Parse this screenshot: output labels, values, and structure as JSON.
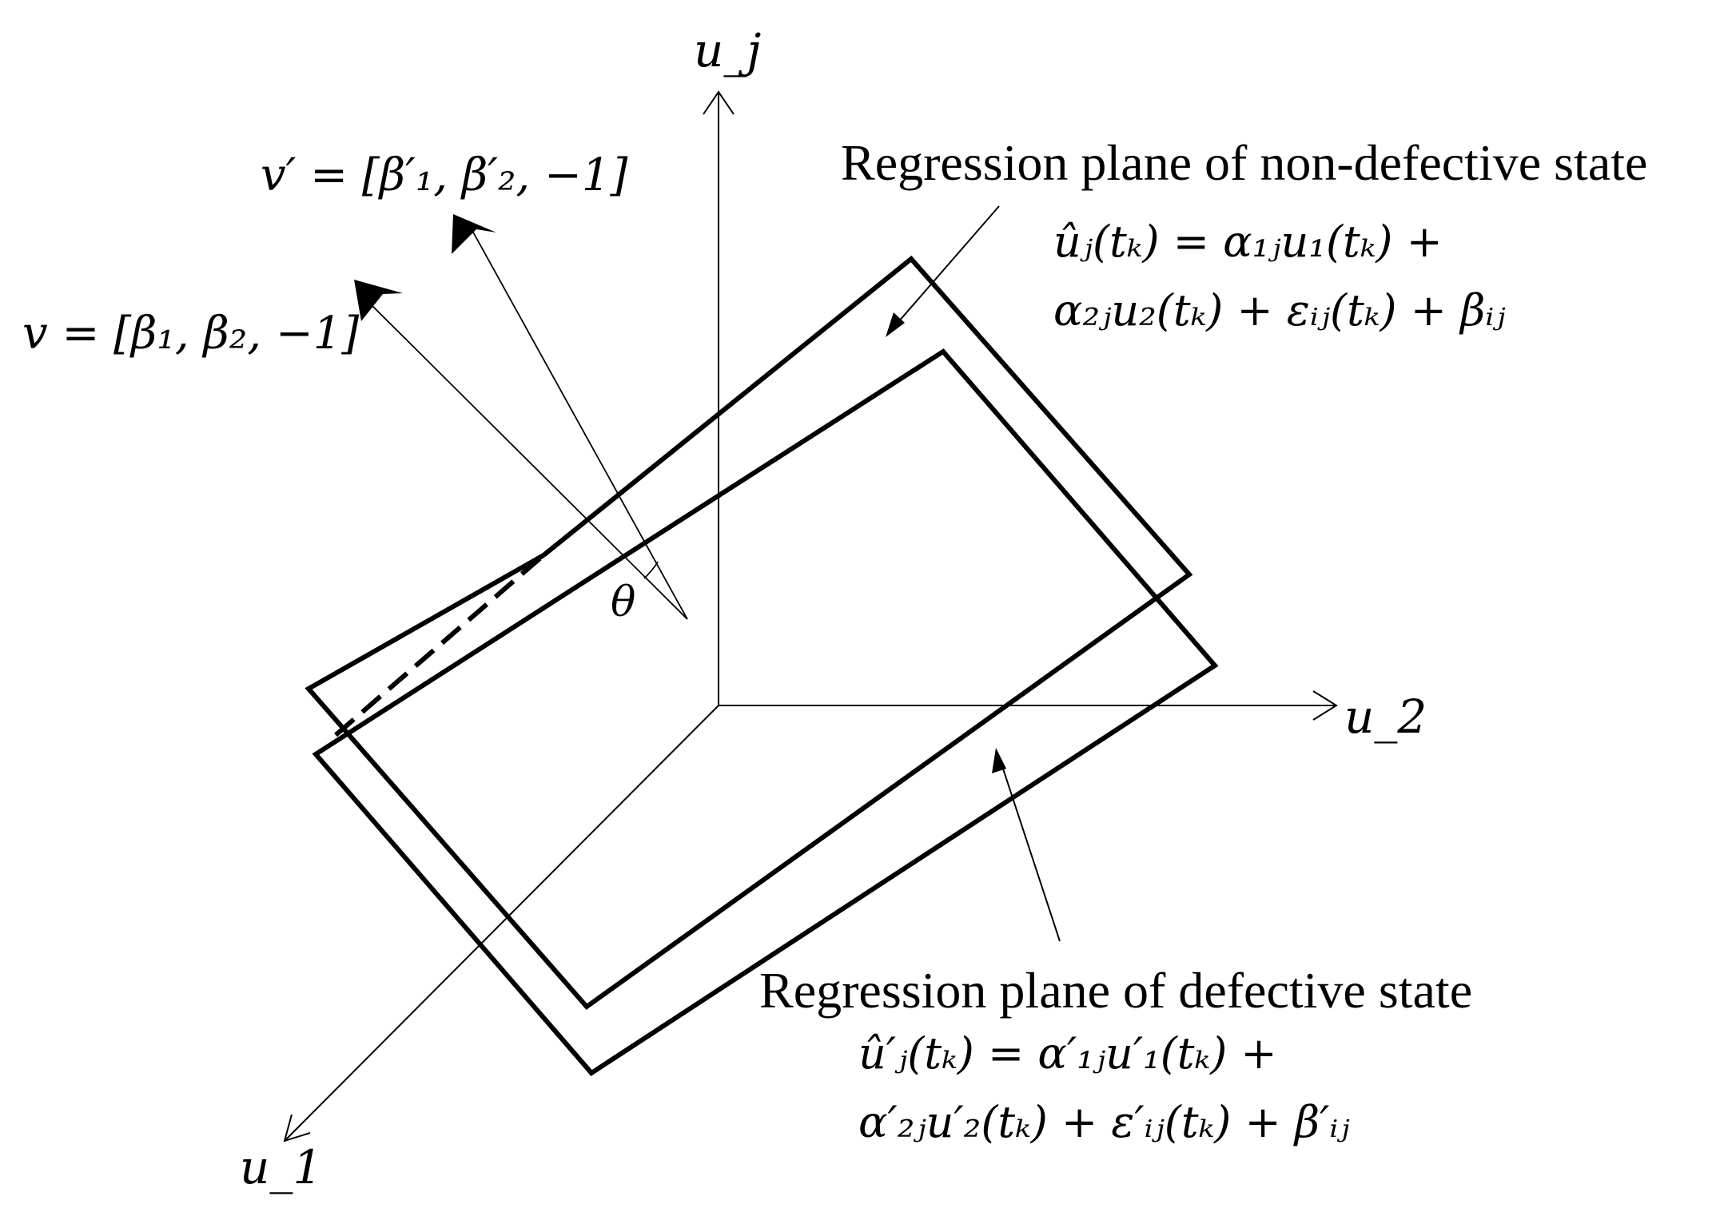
{
  "axes": {
    "u_j": "u_j",
    "u_2": "u_2",
    "u_1": "u_1"
  },
  "vectors": {
    "v_prime": "v′ = [β′₁, β′₂, −1]",
    "v": "v = [β₁, β₂, −1]"
  },
  "angle": "θ",
  "non_defective": {
    "title": "Regression plane of non-defective state",
    "eq_line1": "ûⱼ(tₖ) = α₁ⱼu₁(tₖ) +",
    "eq_line2": "α₂ⱼu₂(tₖ) + εᵢⱼ(tₖ) + βᵢⱼ"
  },
  "defective": {
    "title": "Regression plane of defective state",
    "eq_line1": "û′ⱼ(tₖ) = α′₁ⱼu′₁(tₖ) +",
    "eq_line2": "α′₂ⱼu′₂(tₖ) + ε′ᵢⱼ(tₖ) + β′ᵢⱼ"
  }
}
